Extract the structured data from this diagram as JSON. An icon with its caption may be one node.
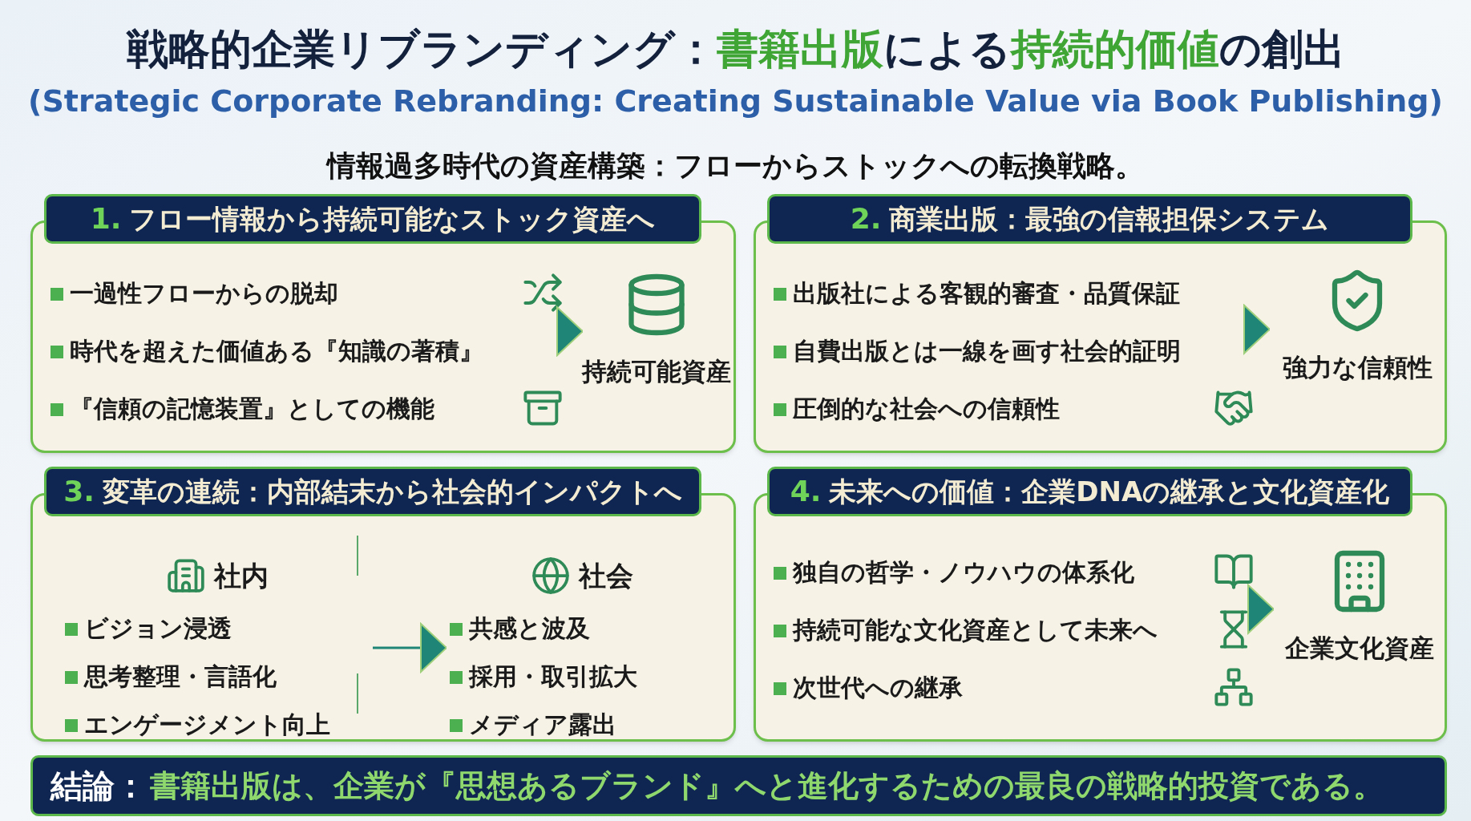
{
  "diagram": {
    "title": "戦略的企業リブランディング：**書籍出版**による**持続的価値**の創出",
    "nodes": [
      {
        "text": [
          "1.",
          "フロー情報から持続可能なストック資産へ"
        ]
      },
      {
        "text": [
          "一過性フローからの脱却",
          "時代を超えた価値ある『知識の著積』",
          "『信頼の記憶装置』としての機能"
        ],
        "in": 0
      },
      {
        "text": [
          "持続可能資産"
        ],
        "in": 0
      },
      {
        "text": [
          "2.",
          "商業出版：最強の信報担保システム"
        ]
      },
      {
        "text": [
          "出版社による客観的審査・品質保証",
          "自費出版とは一線を画す社会的証明",
          "圧倒的な社会への信頼性"
        ],
        "in": 3
      },
      {
        "text": [
          "強力な信頼性"
        ],
        "in": 3
      },
      {
        "text": [
          "3.",
          "変革の連続：内部結末から社会的インパクトへ"
        ]
      },
      {
        "text": [
          "社内",
          "ビジョン浸透",
          "思考整理・言語化",
          "エンゲージメント向上"
        ],
        "in": 6
      },
      {
        "text": [
          "社会",
          "共感と波及",
          "採用・取引拡大",
          "メディア露出"
        ],
        "in": 6
      },
      {
        "text": [
          "4.",
          "未来への価値：企業DNAの継承と文化資産化"
        ]
      },
      {
        "text": [
          "独自の哲学・ノウハウの体系化",
          "持続可能な文化資産として未来へ",
          "次世代への継承"
        ],
        "in": 9
      },
      {
        "text": [
          "企業文化資産"
        ],
        "in": 9
      },
      {
        "text": [
          "結論：",
          "書籍出版は、企業が『思想あるブランド』へと進化するための最良の戦略的投資である。"
        ]
      }
    ],
    "edges": [
      {
        "from": 1,
        "to": 2,
        "arrow": "to"
      },
      {
        "from": 4,
        "to": 5,
        "arrow": "to"
      },
      {
        "from": 7,
        "to": 8,
        "arrow": "to"
      },
      {
        "from": 10,
        "to": 11,
        "arrow": "to"
      }
    ],
    "labels": [
      "(Strategic Corporate Rebranding: Creating Sustainable Value via Book Publishing)",
      "情報過多時代の資産構築：フローからストックへの転換戦略。"
    ]
  }
}
